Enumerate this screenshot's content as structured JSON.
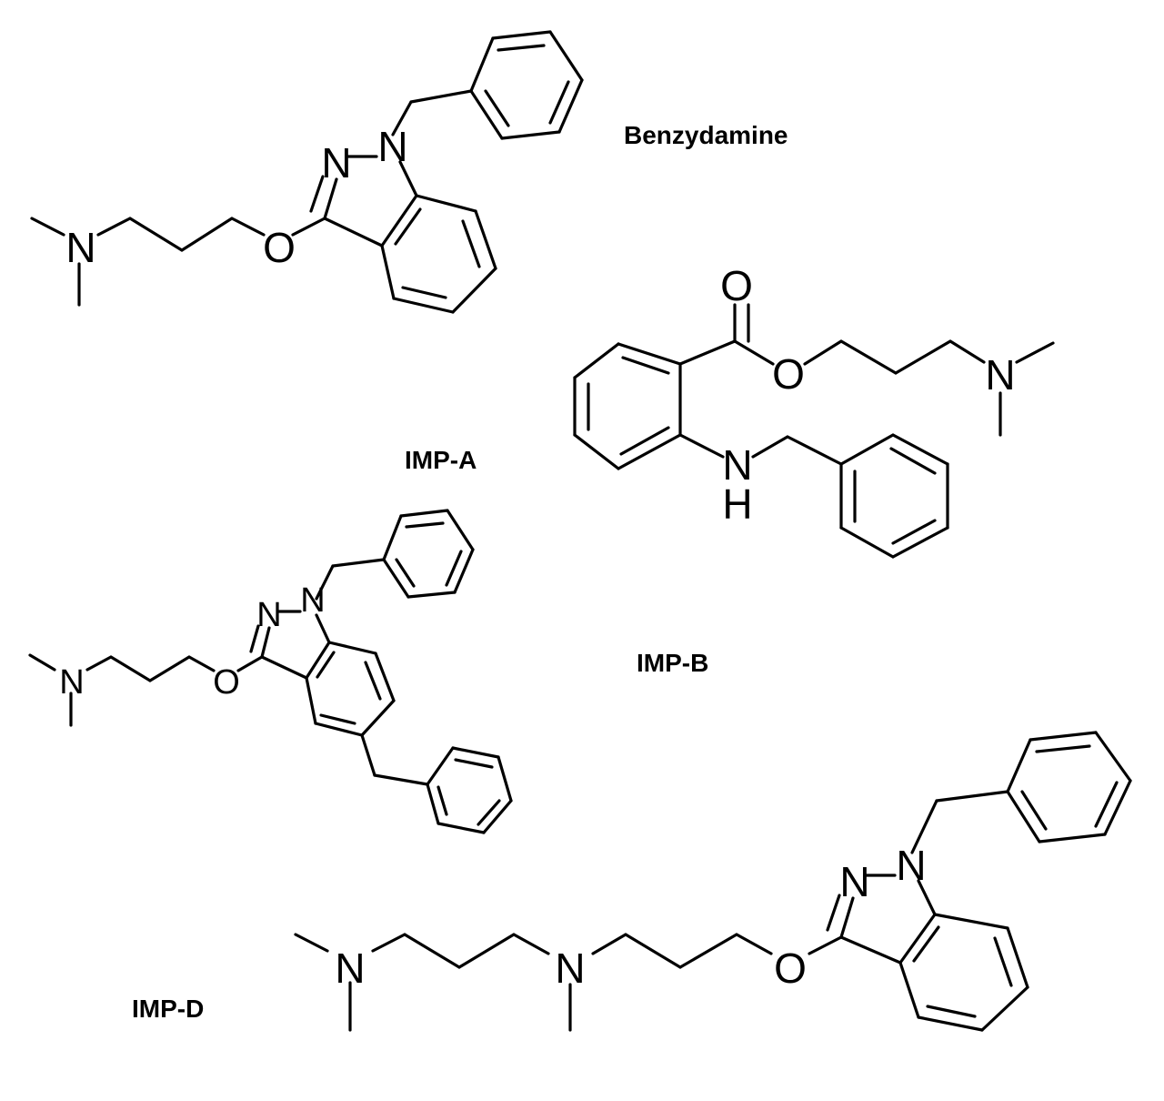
{
  "labels": {
    "benzydamine": "Benzydamine",
    "imp_a": "IMP-A",
    "imp_b": "IMP-B",
    "imp_d": "IMP-D"
  },
  "atoms": {
    "N": "N",
    "O": "O",
    "H": "H"
  },
  "colors": {
    "ink": "#000000",
    "background": "#ffffff"
  }
}
